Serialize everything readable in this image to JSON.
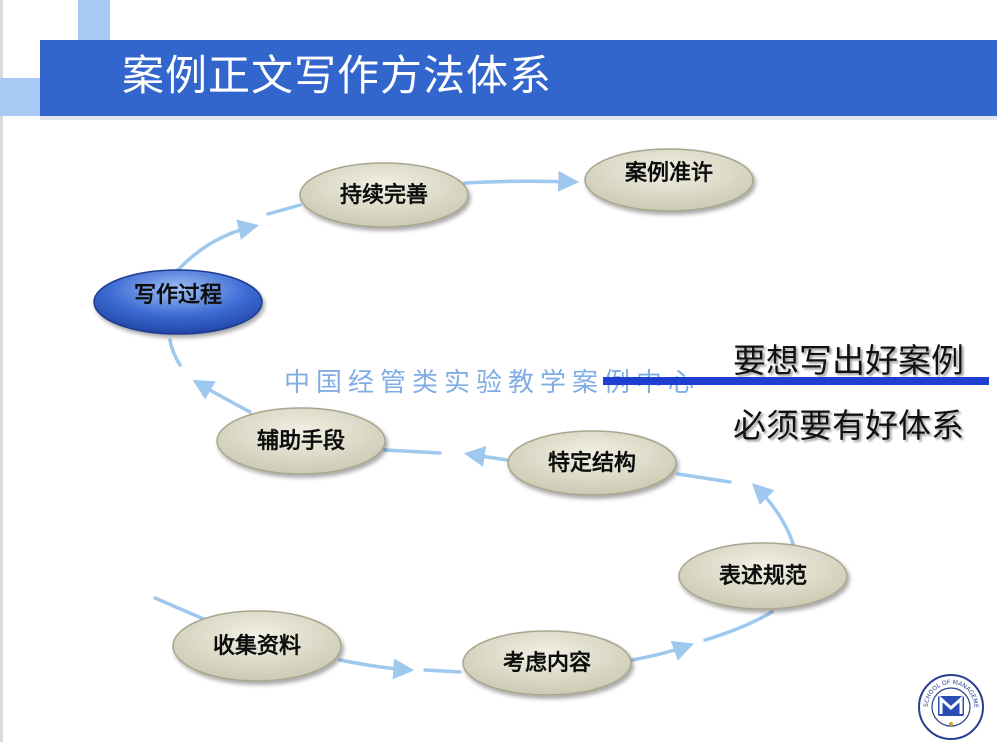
{
  "slide": {
    "title": "案例正文写作方法体系",
    "watermark": "中国经管类实验教学案例中心",
    "slogan_line1": "要想写出好案例",
    "slogan_line2": "必须要有好体系",
    "seal_text": "SCHOOL OF MANAGEMENT"
  },
  "diagram": {
    "nodes": [
      {
        "id": "collect",
        "label": "收集资料",
        "style": "gray"
      },
      {
        "id": "consider",
        "label": "考虑内容",
        "style": "gray"
      },
      {
        "id": "express",
        "label": "表述规范",
        "style": "gray"
      },
      {
        "id": "structure",
        "label": "特定结构",
        "style": "gray"
      },
      {
        "id": "aux",
        "label": "辅助手段",
        "style": "gray"
      },
      {
        "id": "writing",
        "label": "写作过程",
        "style": "blue"
      },
      {
        "id": "improve",
        "label": "持续完善",
        "style": "gray"
      },
      {
        "id": "approve",
        "label": "案例准许",
        "style": "gray"
      }
    ],
    "flow": [
      "collect",
      "consider",
      "express",
      "structure",
      "aux",
      "writing",
      "improve",
      "approve"
    ]
  },
  "colors": {
    "title_bar": "#3366cc",
    "node_fill": "#dcdbc8",
    "node_border": "#a8a68e",
    "writing_node": "#3a63c9",
    "arrow": "#9ec8ee",
    "accent_line": "#1f3fd0"
  }
}
